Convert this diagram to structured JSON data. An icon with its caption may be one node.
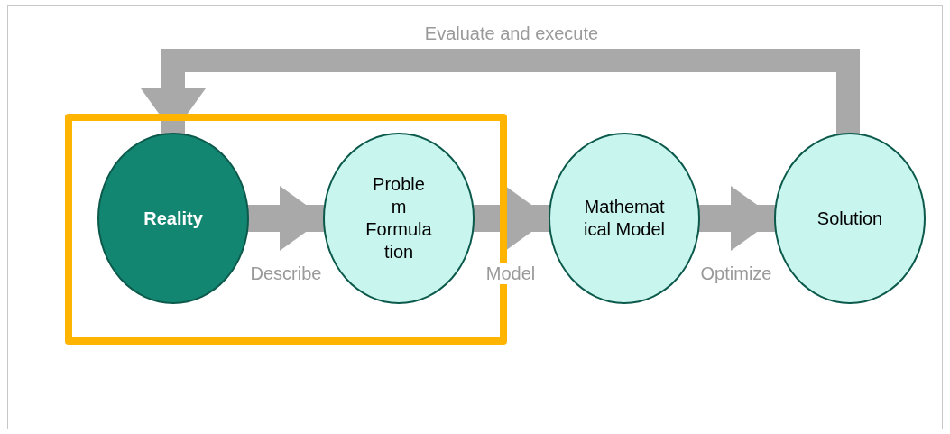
{
  "diagram": {
    "nodes": [
      {
        "text": [],
        "shape": "box"
      },
      {
        "text": [
          "Reality"
        ],
        "in": 0
      },
      {
        "text": [
          "Problem Formulation"
        ],
        "in": 0
      },
      {
        "text": [
          "Mathematical Model"
        ]
      },
      {
        "text": [
          "Solution"
        ]
      }
    ],
    "edges": [
      {
        "from": 1,
        "to": 2,
        "arrow": "to",
        "label": "Describe"
      },
      {
        "from": 2,
        "to": 3,
        "arrow": "to",
        "label": "Model"
      },
      {
        "from": 3,
        "to": 4,
        "arrow": "to",
        "label": "Optimize"
      },
      {
        "from": 4,
        "to": 1,
        "arrow": "to",
        "label": "Evaluate and execute"
      }
    ]
  }
}
